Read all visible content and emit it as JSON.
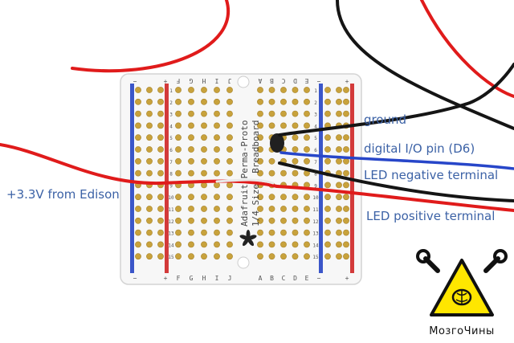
{
  "board": {
    "brand": "Adafruit Perma-Proto",
    "subtitle": "1/4 Sized Breadboard",
    "col_left": [
      "F",
      "G",
      "H",
      "I",
      "J"
    ],
    "col_right": [
      "A",
      "B",
      "C",
      "D",
      "E"
    ],
    "row_numbers": [
      "1",
      "2",
      "3",
      "4",
      "5",
      "6",
      "7",
      "8",
      "9",
      "10",
      "11",
      "12",
      "13",
      "14",
      "15"
    ],
    "rail_plus": "+",
    "rail_minus": "−"
  },
  "annotations": {
    "ground": "ground",
    "digital_pin": "digital I/O pin (D6)",
    "led_negative": "LED negative terminal",
    "led_positive": "LED positive terminal",
    "power": "+3.3V from Edison"
  },
  "watermark": {
    "text": "МозгоЧины",
    "icon": "brain-wrench-warning-icon"
  },
  "colors": {
    "label": "#3c62a6",
    "wire_red": "#e01b1b",
    "wire_black": "#151515",
    "wire_blue": "#2746c9",
    "board": "#f7f7f7",
    "pad": "#c8a23c",
    "rail_red": "#d33a3a",
    "rail_blue": "#3b56c9",
    "warning_yellow": "#ffe600"
  }
}
